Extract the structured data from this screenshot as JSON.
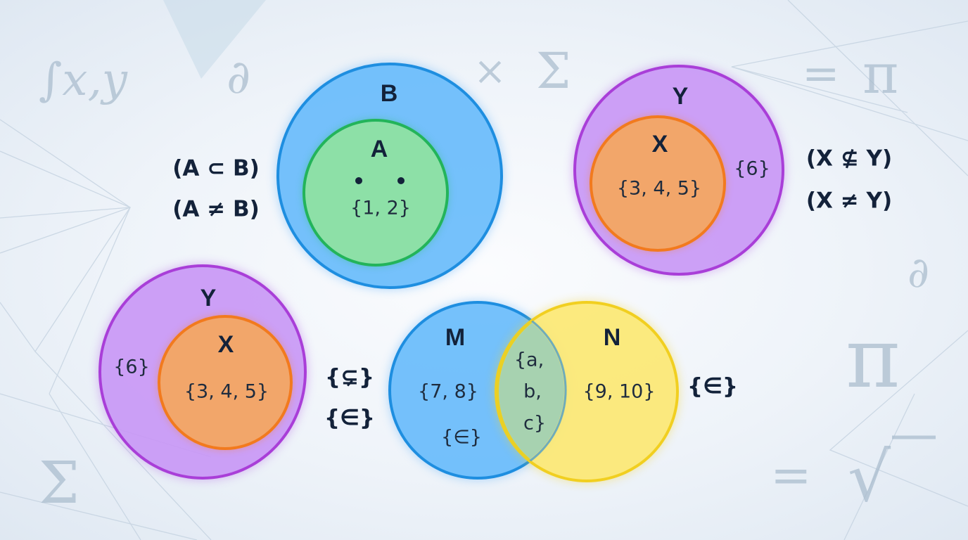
{
  "background_symbols": {
    "integral": "∫x,y",
    "partial_top": "∂",
    "times": "×",
    "sigma_top": "Σ",
    "equals_top": "=",
    "pi_top": "π",
    "partial_right": "∂",
    "pi_right": "π",
    "sigma_bottom": "Σ",
    "equals_bottom": "=",
    "sqrt": "√"
  },
  "diagram_ab": {
    "outer_name": "B",
    "inner_name": "A",
    "inner_elements": "{1,   2}",
    "relation_1": "(A ⊂ B)",
    "relation_2": "(A ≠ B)"
  },
  "diagram_xy_top": {
    "outer_name": "Y",
    "inner_name": "X",
    "inner_elements": "{3, 4, 5}",
    "outer_elements": "{6}",
    "relation_1": "(X ⊈ Y)",
    "relation_2": "(X ≠ Y)"
  },
  "diagram_xy_bottom": {
    "outer_name": "Y",
    "inner_name": "X",
    "inner_elements": "{3, 4, 5}",
    "outer_elements": "{6}",
    "relation_1": "{⊊}",
    "relation_2": "{∈}"
  },
  "diagram_mn": {
    "left_name": "M",
    "right_name": "N",
    "left_elements": "{7, 8}",
    "left_symbol": "{∈}",
    "intersection_line_1": "{a,",
    "intersection_line_2": "b,",
    "intersection_line_3": "c}",
    "right_elements": "{9, 10}",
    "relation": "{∈}"
  },
  "colors": {
    "blue_fill": "#62b8fa",
    "blue_border": "#1e8ee0",
    "green_fill": "#8de0a7",
    "green_border": "#23b45a",
    "purple_fill": "#c896f5",
    "purple_border": "#a93ed8",
    "orange_fill": "#f2a66a",
    "orange_border": "#f27a1e",
    "yellow_fill": "#fce870",
    "yellow_border": "#f1cf20",
    "intersection_fill": "#a7d2b0",
    "text": "#13223a"
  }
}
